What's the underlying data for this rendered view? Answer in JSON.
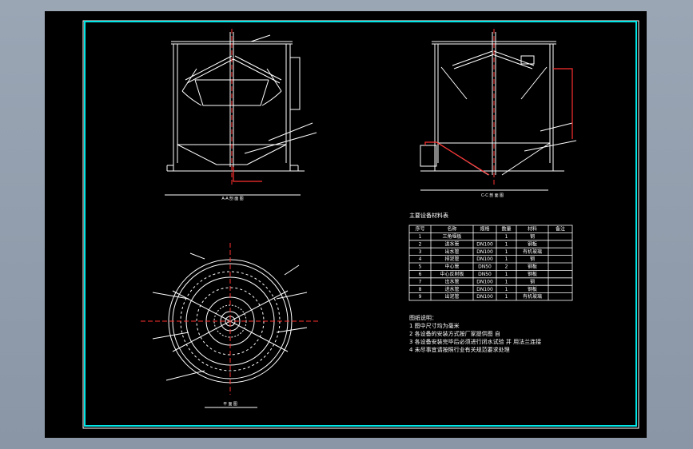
{
  "drawing": {
    "view_a_label": "A-A 剖 面 图",
    "view_b_label": "C-C 剖 面 图",
    "view_c_label": "平 面 图",
    "table_title": "主要设备材料表",
    "table_headers": [
      "序号",
      "名称",
      "规格",
      "数量",
      "材料",
      "备注"
    ],
    "table_rows": [
      [
        "1",
        "三角堰板",
        "",
        "1",
        "钢",
        ""
      ],
      [
        "2",
        "进水管",
        "DN100",
        "1",
        "钢板",
        ""
      ],
      [
        "3",
        "出水管",
        "DN100",
        "1",
        "有机玻璃",
        ""
      ],
      [
        "4",
        "排泥管",
        "DN100",
        "1",
        "钢",
        ""
      ],
      [
        "5",
        "中心管",
        "DN50",
        "2",
        "钢板",
        ""
      ],
      [
        "6",
        "中心反射板",
        "DN50",
        "1",
        "钢板",
        ""
      ],
      [
        "7",
        "出水管",
        "DN100",
        "1",
        "钢",
        ""
      ],
      [
        "8",
        "进水管",
        "DN100",
        "1",
        "钢板",
        ""
      ],
      [
        "9",
        "出泥管",
        "DN100",
        "1",
        "有机玻璃",
        ""
      ]
    ],
    "notes_title": "图纸说明：",
    "notes": [
      "1  图中尺寸均为毫米",
      "2  各设备的安装方式按厂家提供图 自",
      "3  各设备安装完毕后必须进行闭水试验 并 用法兰连接",
      "4  未尽事宜请按照行业有关规范要求处理"
    ]
  }
}
